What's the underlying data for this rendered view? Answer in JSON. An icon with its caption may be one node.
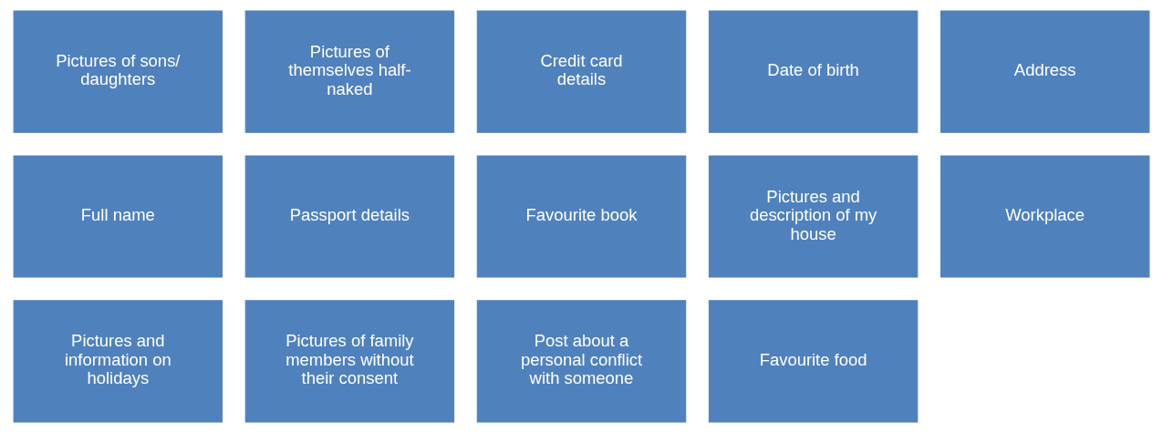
{
  "diagram": {
    "nodes": [
      {
        "text": [
          "Pictures of sons/ daughters"
        ]
      },
      {
        "text": [
          "Pictures of themselves half-naked"
        ]
      },
      {
        "text": [
          "Credit card details"
        ]
      },
      {
        "text": [
          "Date of birth"
        ]
      },
      {
        "text": [
          "Address"
        ]
      },
      {
        "text": [
          "Full name"
        ]
      },
      {
        "text": [
          "Passport details"
        ]
      },
      {
        "text": [
          "Favourite book"
        ]
      },
      {
        "text": [
          "Pictures and description of my house"
        ]
      },
      {
        "text": [
          "Workplace"
        ]
      },
      {
        "text": [
          "Pictures and information on holidays"
        ]
      },
      {
        "text": [
          "Pictures of family members without their consent"
        ]
      },
      {
        "text": [
          "Post about a personal conflict with someone"
        ]
      },
      {
        "text": [
          "Favourite food"
        ]
      }
    ],
    "edges": []
  }
}
